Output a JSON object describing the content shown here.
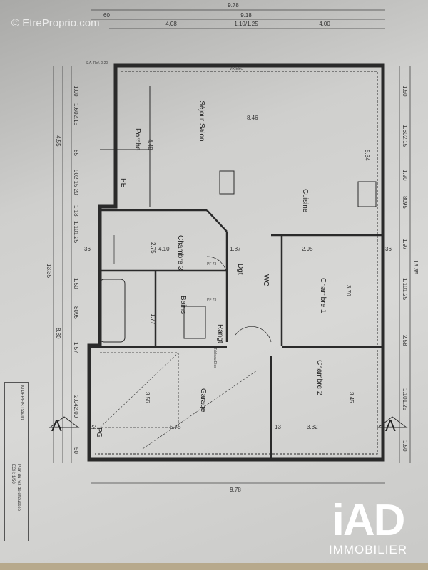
{
  "watermark": "© EtreProprio.com",
  "dimensions_top": {
    "total": "9.78",
    "inner": "9.18",
    "left_margin": "60",
    "seg1": "4.08",
    "seg2": "1.10/1.25",
    "seg3": "4.00"
  },
  "dimensions_bottom": {
    "total": "9.78"
  },
  "dimensions_left": [
    "1.00",
    "1.602.15",
    "85",
    "902.15 20",
    "1.13",
    "1.101.25",
    "1.50",
    "8095",
    "1.57",
    "2.042.00",
    "50"
  ],
  "dimensions_left_totals": [
    "4.55",
    "13.35",
    "8.80"
  ],
  "dimensions_right": [
    "1.50",
    "1.602.15",
    "1.20",
    "8095",
    "1.97",
    "1.101.25",
    "2.58",
    "1.101.25",
    "1.50"
  ],
  "dimensions_right_total": "13.35",
  "rooms": {
    "sejour": "Séjour Salon",
    "porche": "Porche",
    "cuisine": "Cuisine",
    "chambre3": "Chambre 3",
    "chambre1": "Chambre 1",
    "chambre2": "Chambre 2",
    "bains": "Bains",
    "dgt": "Dgt",
    "wc": "WC",
    "rangt": "Rangt",
    "garage": "Garage",
    "pe": "PE",
    "pg": "PG"
  },
  "interior_dims": {
    "d846": "8.46",
    "d448": "4.48",
    "d534": "5.34",
    "d410": "4.10",
    "d275": "2.75",
    "d187": "1.87",
    "d295": "2.95",
    "d370": "3.70",
    "d177": "1.77",
    "d356": "3.56",
    "d575": "5.75",
    "d332": "3.32",
    "d345": "3.45",
    "d36": "36",
    "d22": "22",
    "d13": "13"
  },
  "labels": {
    "vr_elec": "VR Elec",
    "tableau_elec": "Tableau Elec",
    "pf73": "PF 73",
    "section": "A",
    "sa_ref": "S.A. Ref. 0.20"
  },
  "title_block": {
    "owner": "M.PEREIS DAVID",
    "title": "Plan du rez de chaussée",
    "scale": "ECH: 1/50"
  },
  "logo": {
    "text": "iAD",
    "subtitle": "IMMOBILIER"
  }
}
